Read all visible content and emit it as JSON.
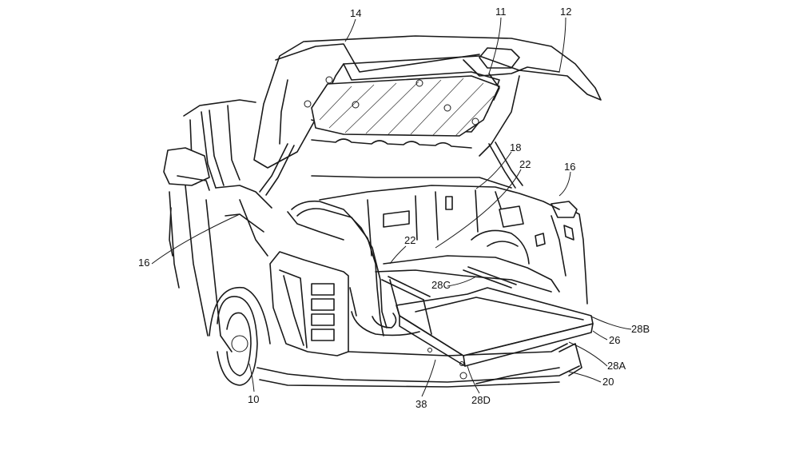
{
  "labels": {
    "l14": "14",
    "l11": "11",
    "l12": "12",
    "l18": "18",
    "l22a": "22",
    "l16a": "16",
    "l16b": "16",
    "l22b": "22",
    "l28c": "28C",
    "l28b": "28B",
    "l26": "26",
    "l28a": "28A",
    "l20": "20",
    "l10": "10",
    "l38": "38",
    "l28d": "28D"
  }
}
